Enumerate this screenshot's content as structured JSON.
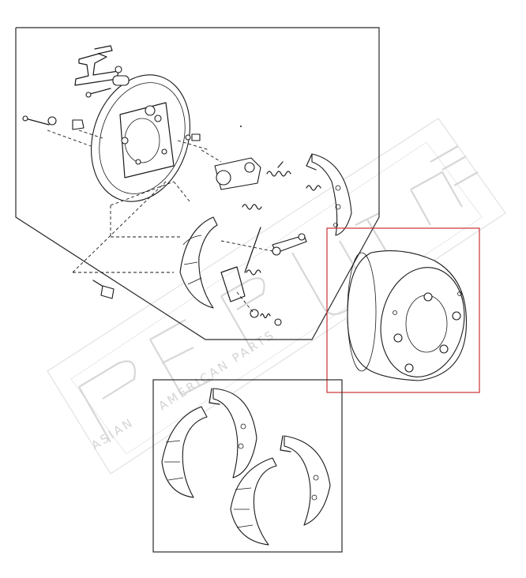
{
  "watermark": {
    "brand": "",
    "tagline_1": "ASIAN",
    "tagline_2": "AMERICAN PARTS"
  },
  "colors": {
    "highlight_box": "#cc3333",
    "line": "#1a1a1a",
    "watermark": "#d4d4d4"
  },
  "groups": [
    "backing-plate-assembly",
    "brake-drum",
    "brake-shoe-kit"
  ]
}
